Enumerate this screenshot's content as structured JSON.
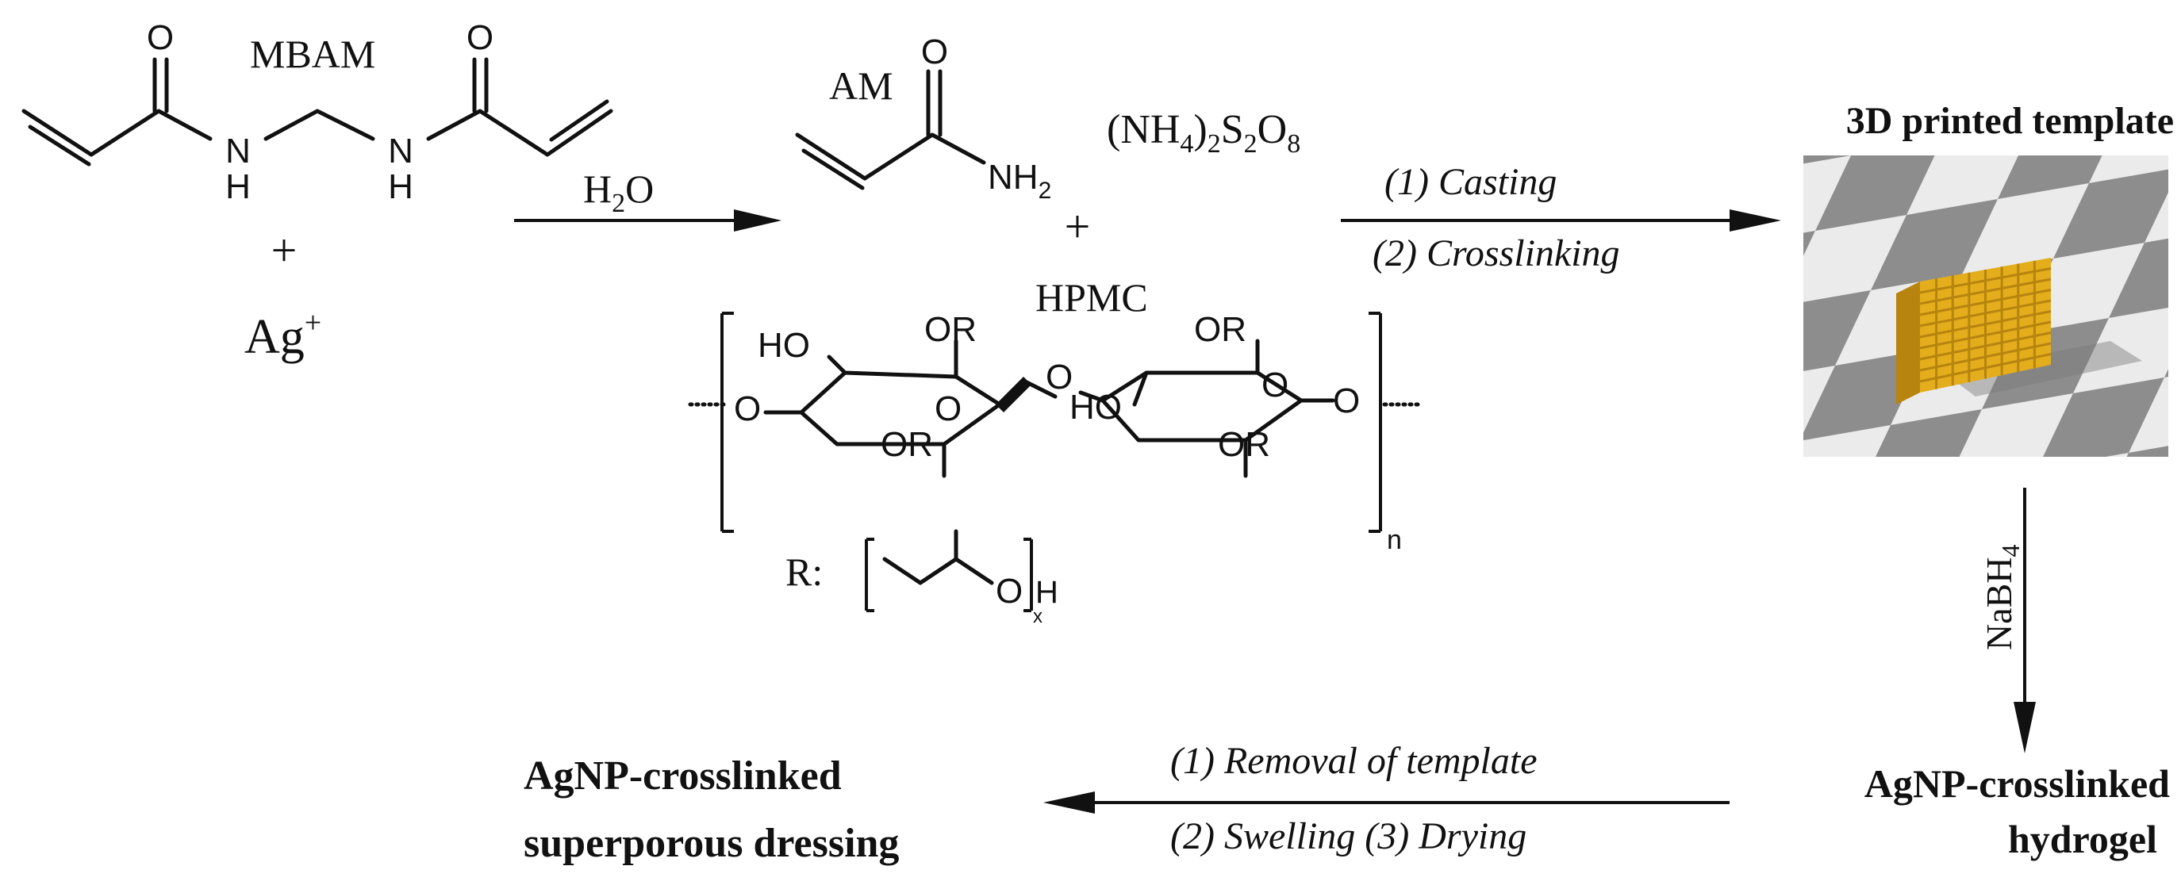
{
  "reactants": {
    "mbam_label": "MBAM",
    "plus_1": "+",
    "ag_ion": "Ag",
    "ag_charge": "+",
    "mbam_atoms": {
      "o": "O",
      "nh": "N",
      "h": "H"
    }
  },
  "step_water": {
    "h2o_main": "H",
    "h2o_sub": "2",
    "h2o_tail": "O"
  },
  "monomers": {
    "am_label": "AM",
    "am_o": "O",
    "am_nh2": "NH",
    "am_nh2_sub": "2",
    "plus_2": "+",
    "aps": {
      "part1": "(NH",
      "sub1": "4",
      "part2": ")",
      "sub2": "2",
      "part3": "S",
      "sub3": "2",
      "part4": "O",
      "sub4": "8"
    },
    "hpmc_label": "HPMC",
    "hpmc_atoms": {
      "ho": "HO",
      "or": "OR",
      "o": "O",
      "r_label": "R:",
      "r_o": "O",
      "r_h": "H",
      "r_x": "x",
      "n": "n"
    }
  },
  "step_cast": {
    "line1": "(1) Casting",
    "line2": "(2) Crosslinking"
  },
  "template": {
    "title": "3D printed template"
  },
  "step_reduce": {
    "reagent": "NaBH",
    "sub": "4"
  },
  "hydrogel": {
    "line1": "AgNP-crosslinked",
    "line2": "hydrogel"
  },
  "step_final": {
    "line1": "(1) Removal of template",
    "line2": "(2) Swelling (3) Drying"
  },
  "dressing": {
    "line1": "AgNP-crosslinked",
    "line2": "superporous dressing"
  },
  "colors": {
    "scaffold": "#e3ad1c",
    "scaffold_dark": "#b7840f",
    "checker_light": "#ebebeb",
    "checker_dark": "#8d8d8d"
  }
}
